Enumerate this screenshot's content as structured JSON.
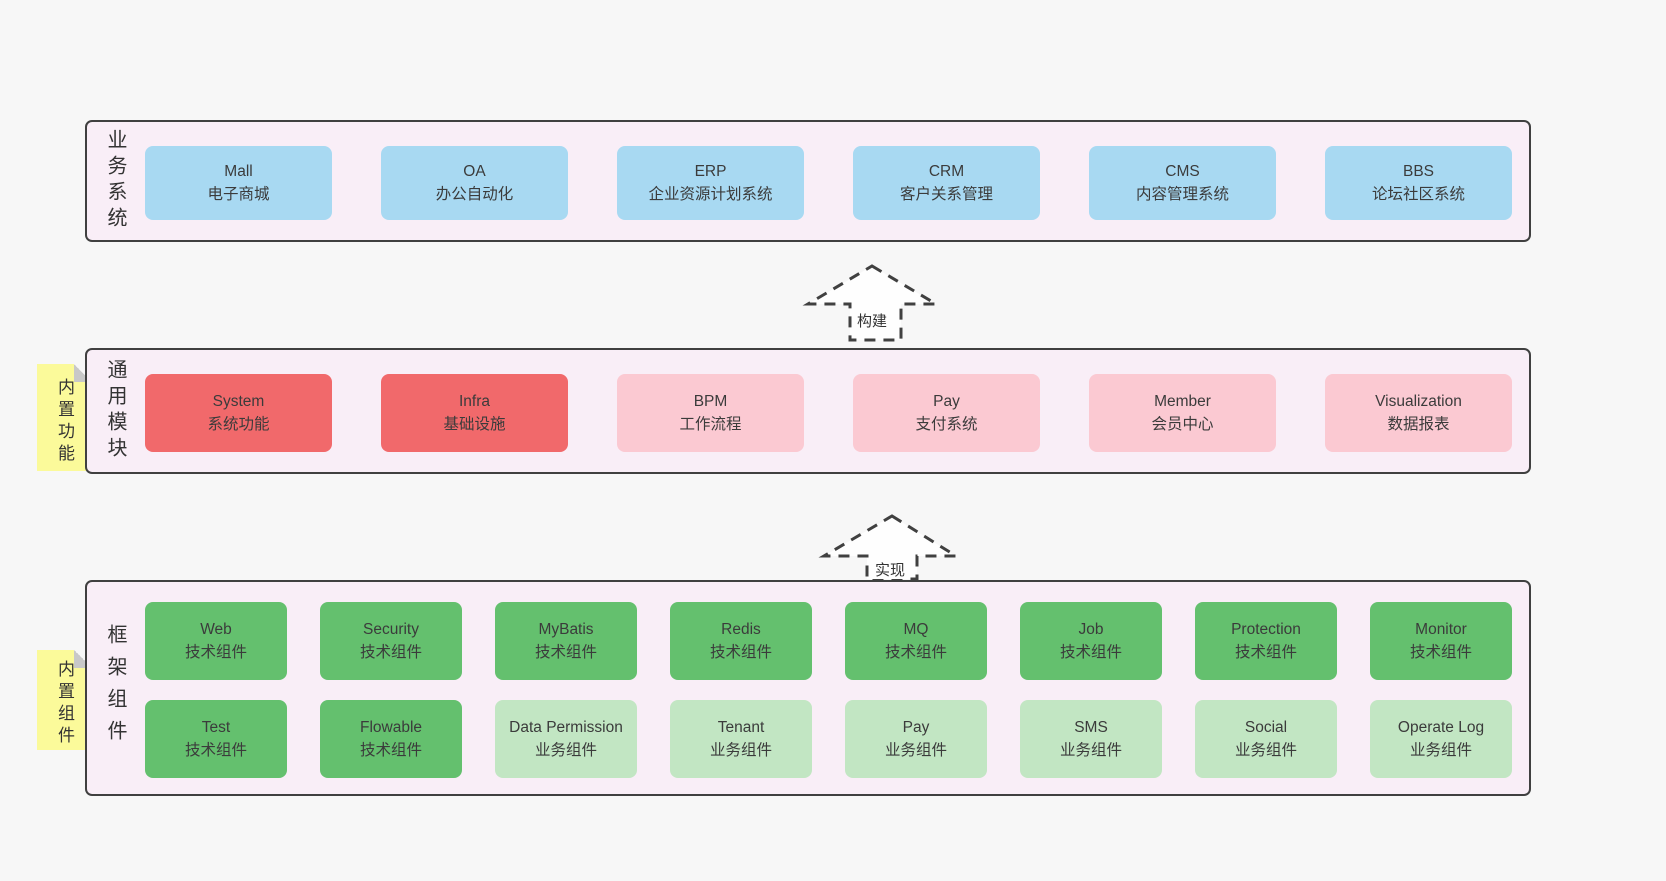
{
  "colors": {
    "page_bg": "#f7f7f7",
    "band_bg": "#f9eef7",
    "band_border": "#404040",
    "text": "#3b3b3b",
    "blue": "#a8d9f2",
    "red": "#f1696b",
    "pink": "#fbc9d2",
    "green": "#64c06e",
    "green_light": "#c2e6c3",
    "sticky_yellow": "#fbfa9a",
    "sticky_fold": "#c8c8c8"
  },
  "band_business": {
    "label": "业务系统",
    "boxes": [
      {
        "title": "Mall",
        "subtitle": "电子商城",
        "variant": "blue"
      },
      {
        "title": "OA",
        "subtitle": "办公自动化",
        "variant": "blue"
      },
      {
        "title": "ERP",
        "subtitle": "企业资源计划系统",
        "variant": "blue"
      },
      {
        "title": "CRM",
        "subtitle": "客户关系管理",
        "variant": "blue"
      },
      {
        "title": "CMS",
        "subtitle": "内容管理系统",
        "variant": "blue"
      },
      {
        "title": "BBS",
        "subtitle": "论坛社区系统",
        "variant": "blue"
      }
    ]
  },
  "arrow_build": {
    "label": "构建"
  },
  "band_modules": {
    "label": "通用模块",
    "sticky": "内置功能",
    "boxes": [
      {
        "title": "System",
        "subtitle": "系统功能",
        "variant": "red"
      },
      {
        "title": "Infra",
        "subtitle": "基础设施",
        "variant": "red"
      },
      {
        "title": "BPM",
        "subtitle": "工作流程",
        "variant": "pink"
      },
      {
        "title": "Pay",
        "subtitle": "支付系统",
        "variant": "pink"
      },
      {
        "title": "Member",
        "subtitle": "会员中心",
        "variant": "pink"
      },
      {
        "title": "Visualization",
        "subtitle": "数据报表",
        "variant": "pink"
      }
    ]
  },
  "arrow_implement": {
    "label": "实现"
  },
  "band_components": {
    "label": "框架组件",
    "sticky": "内置组件",
    "row1": [
      {
        "title": "Web",
        "subtitle": "技术组件",
        "variant": "green"
      },
      {
        "title": "Security",
        "subtitle": "技术组件",
        "variant": "green"
      },
      {
        "title": "MyBatis",
        "subtitle": "技术组件",
        "variant": "green"
      },
      {
        "title": "Redis",
        "subtitle": "技术组件",
        "variant": "green"
      },
      {
        "title": "MQ",
        "subtitle": "技术组件",
        "variant": "green"
      },
      {
        "title": "Job",
        "subtitle": "技术组件",
        "variant": "green"
      },
      {
        "title": "Protection",
        "subtitle": "技术组件",
        "variant": "green"
      },
      {
        "title": "Monitor",
        "subtitle": "技术组件",
        "variant": "green"
      }
    ],
    "row2": [
      {
        "title": "Test",
        "subtitle": "技术组件",
        "variant": "green"
      },
      {
        "title": "Flowable",
        "subtitle": "技术组件",
        "variant": "green"
      },
      {
        "title": "Data Permission",
        "subtitle": "业务组件",
        "variant": "green_light"
      },
      {
        "title": "Tenant",
        "subtitle": "业务组件",
        "variant": "green_light"
      },
      {
        "title": "Pay",
        "subtitle": "业务组件",
        "variant": "green_light"
      },
      {
        "title": "SMS",
        "subtitle": "业务组件",
        "variant": "green_light"
      },
      {
        "title": "Social",
        "subtitle": "业务组件",
        "variant": "green_light"
      },
      {
        "title": "Operate Log",
        "subtitle": "业务组件",
        "variant": "green_light"
      }
    ]
  }
}
